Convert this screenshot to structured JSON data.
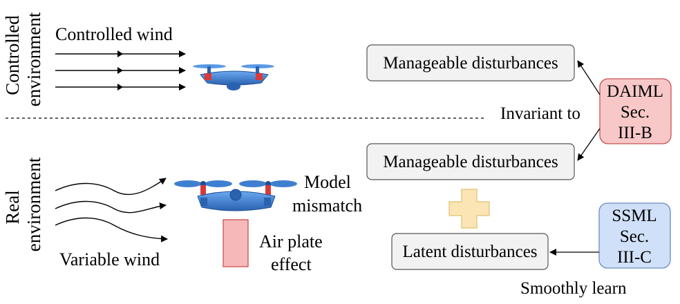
{
  "sections": {
    "controlled_label_line1": "Controlled",
    "controlled_label_line2": "environment",
    "real_label_line1": "Real",
    "real_label_line2": "environment"
  },
  "controlled": {
    "wind_label": "Controlled wind"
  },
  "real": {
    "wind_label": "Variable wind",
    "model_mismatch_line1": "Model",
    "model_mismatch_line2": "mismatch",
    "air_plate_line1": "Air plate",
    "air_plate_line2": "effect"
  },
  "boxes": {
    "manageable_top": "Manageable disturbances",
    "manageable_bottom": "Manageable disturbances",
    "latent": "Latent disturbances"
  },
  "methods": {
    "daiml_line1": "DAIML",
    "daiml_line2": "Sec.",
    "daiml_line3": "III-B",
    "ssml_line1": "SSML",
    "ssml_line2": "Sec.",
    "ssml_line3": "III-C"
  },
  "annotations": {
    "invariant_to": "Invariant to",
    "smoothly_learn": "Smoothly learn"
  },
  "colors": {
    "daiml_fill": "#f8c8c8",
    "daiml_stroke": "#c85050",
    "ssml_fill": "#cfe0f8",
    "ssml_stroke": "#6a8cc0",
    "box_fill": "#f2f2f2",
    "plus_fill": "#fbe5b4",
    "plus_stroke": "#e0c070",
    "air_plate_fill": "#f6b8b8",
    "drone_body": "#3f7fd0",
    "drone_accent": "#d83a3a"
  }
}
